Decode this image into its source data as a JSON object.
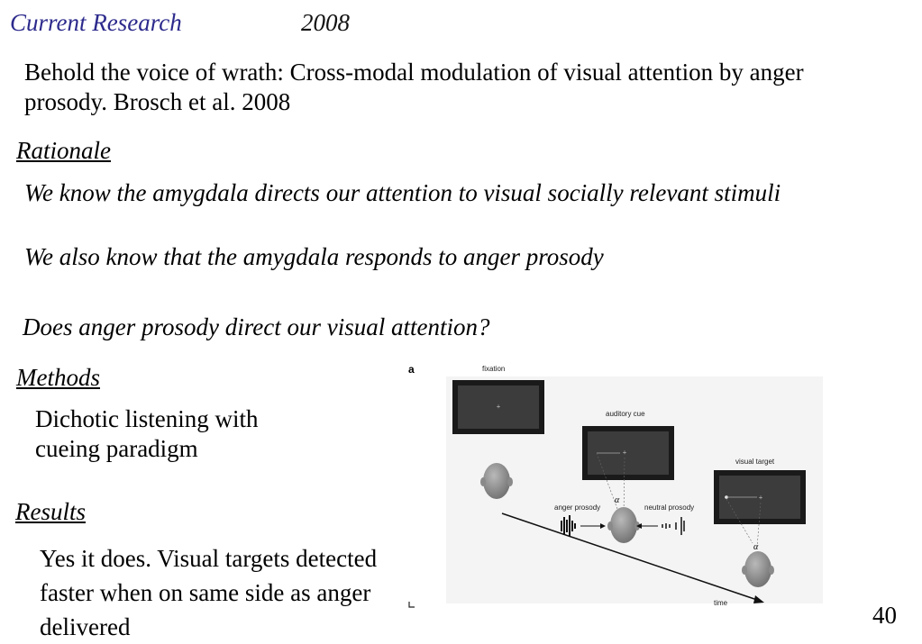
{
  "header": {
    "title": "Current Research",
    "year": "2008"
  },
  "citation": "Behold the voice of wrath: Cross-modal modulation of visual attention by anger prosody. Brosch et al. 2008",
  "rationale": {
    "heading": "Rationale",
    "lines": [
      "We know the amygdala directs our attention to visual socially relevant stimuli",
      "We also know that the amygdala responds to anger prosody",
      "Does anger prosody direct our visual attention?"
    ]
  },
  "methods": {
    "heading": "Methods",
    "text": "Dichotic listening with cueing paradigm"
  },
  "results": {
    "heading": "Results",
    "text": "Yes it does. Visual targets detected faster when on same side as anger delivered"
  },
  "figure": {
    "panel_letter": "a",
    "labels": {
      "fixation": "fixation",
      "auditory_cue": "auditory cue",
      "visual_target": "visual target",
      "anger_prosody": "anger prosody",
      "neutral_prosody": "neutral prosody",
      "time": "time",
      "alpha": "α"
    }
  },
  "page_number": "40"
}
